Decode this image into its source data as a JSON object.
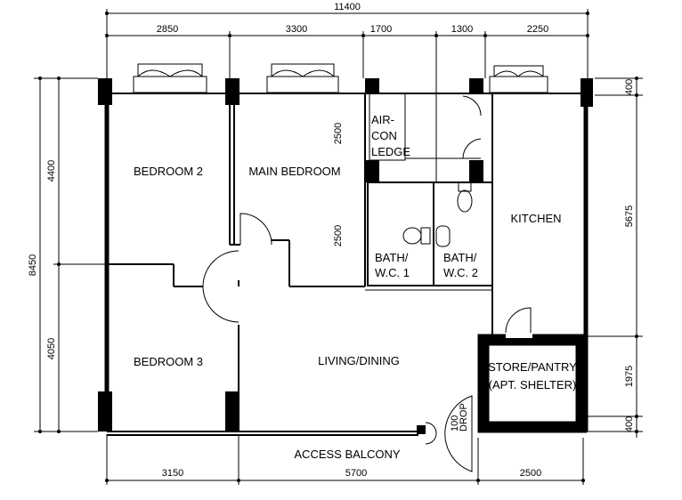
{
  "dimensions": {
    "overall_width": "11400",
    "top": [
      "2850",
      "3300",
      "1700",
      "1300",
      "2250"
    ],
    "bottom": [
      "3150",
      "5700",
      "2500"
    ],
    "left_total": "8450",
    "left": [
      "4400",
      "4050"
    ],
    "right": [
      "400",
      "5675",
      "1975",
      "400"
    ],
    "inner": [
      "2500",
      "2500"
    ]
  },
  "rooms": {
    "bedroom2": "BEDROOM 2",
    "main_bedroom": "MAIN BEDROOM",
    "air_con_ledge": [
      "AIR-",
      "CON",
      "LEDGE"
    ],
    "bath1": [
      "BATH/",
      "W.C. 1"
    ],
    "bath2": [
      "BATH/",
      "W.C. 2"
    ],
    "kitchen": "KITCHEN",
    "bedroom3": "BEDROOM 3",
    "living_dining": "LIVING/DINING",
    "store": [
      "STORE/PANTRY",
      "(APT. SHELTER)"
    ],
    "access_balcony": "ACCESS BALCONY",
    "drop": [
      "100",
      "DROP"
    ]
  }
}
